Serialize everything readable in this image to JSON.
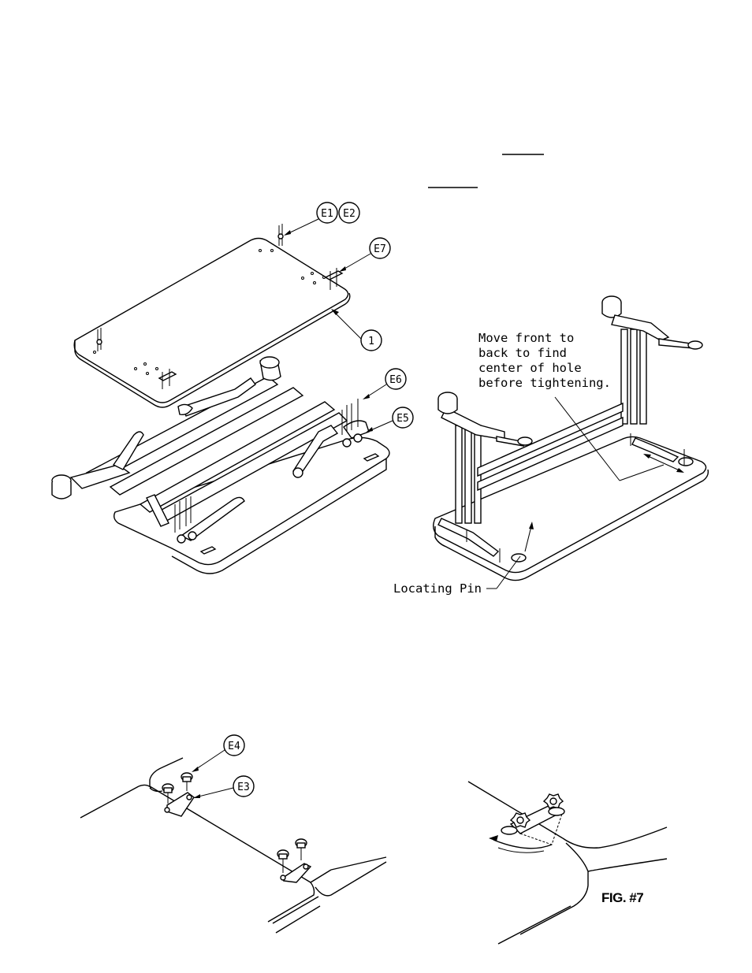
{
  "callouts": {
    "e1": "E1",
    "e2": "E2",
    "e7": "E7",
    "part1": "1",
    "e6": "E6",
    "e5": "E5",
    "e4": "E4",
    "e3": "E3"
  },
  "notes": {
    "move_line1": "Move front to",
    "move_line2": "back to find",
    "move_line3": "center of hole",
    "move_line4": "before tightening.",
    "locating_pin": "Locating Pin"
  },
  "figure_label": "FIG. #7"
}
